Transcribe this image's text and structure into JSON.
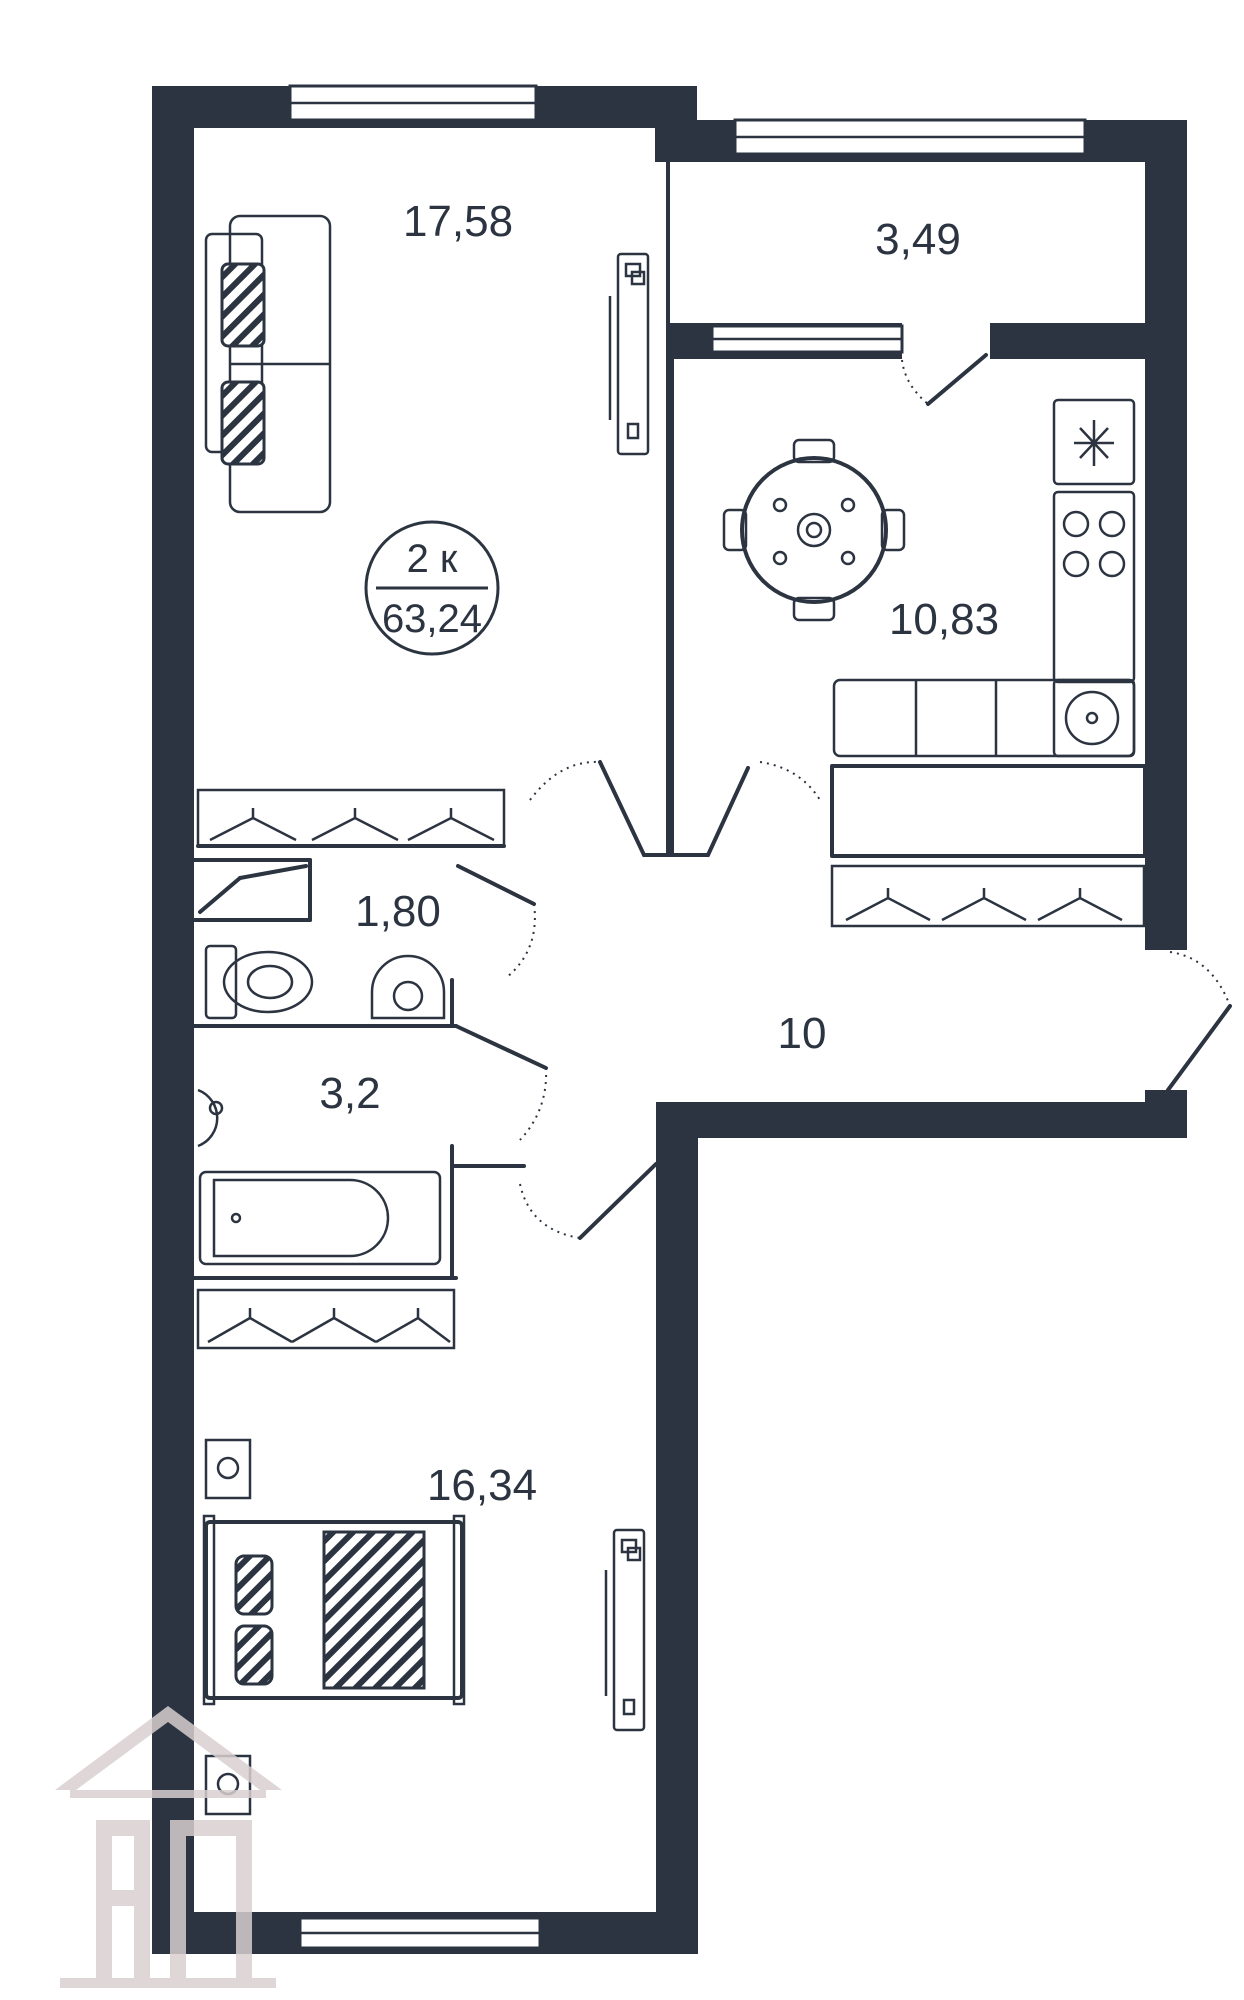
{
  "plan": {
    "apartment": {
      "rooms": "2 к",
      "total_area": "63,24"
    },
    "rooms": [
      {
        "id": "living-room",
        "area": "17,58"
      },
      {
        "id": "balcony",
        "area": "3,49"
      },
      {
        "id": "kitchen",
        "area": "10,83"
      },
      {
        "id": "toilet",
        "area": "1,80"
      },
      {
        "id": "hallway",
        "area": "10"
      },
      {
        "id": "bathroom",
        "area": "3,2"
      },
      {
        "id": "bedroom",
        "area": "16,34"
      }
    ],
    "watermark_logo": "AП",
    "colors": {
      "wall": "#2b3440",
      "background": "#ffffff",
      "watermark": "#d8cfd0"
    }
  }
}
